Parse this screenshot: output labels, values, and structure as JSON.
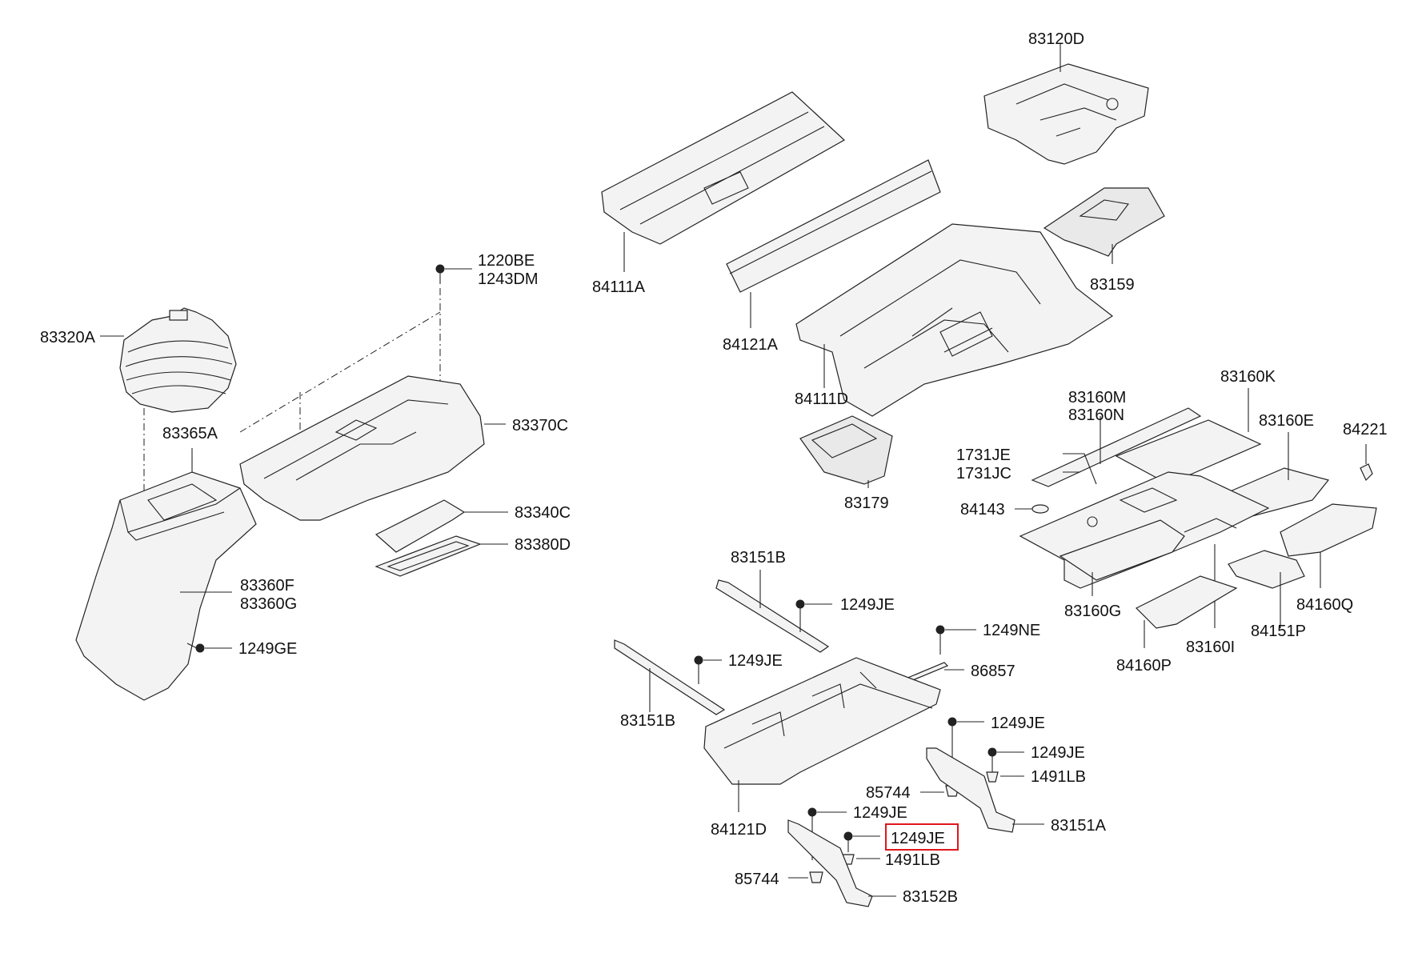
{
  "labels": {
    "l83120D": "83120D",
    "l84111A": "84111A",
    "l84121A": "84121A",
    "l83159": "83159",
    "l84111D": "84111D",
    "l83179": "83179",
    "l1220BE": "1220BE",
    "l1243DM": "1243DM",
    "l83320A": "83320A",
    "l83365A": "83365A",
    "l83370C": "83370C",
    "l83340C": "83340C",
    "l83380D": "83380D",
    "l83360F": "83360F",
    "l83360G": "83360G",
    "l1249GE": "1249GE",
    "l83160K": "83160K",
    "l83160M": "83160M",
    "l83160N": "83160N",
    "l83160E": "83160E",
    "l84221": "84221",
    "l1731JE": "1731JE",
    "l1731JC": "1731JC",
    "l84143": "84143",
    "l83160G": "83160G",
    "l83160I": "83160I",
    "l84151P": "84151P",
    "l84160Q": "84160Q",
    "l84160P": "84160P",
    "l83151B_top": "83151B",
    "l1249JE_a": "1249JE",
    "l1249NE": "1249NE",
    "l1249JE_b": "1249JE",
    "l86857": "86857",
    "l83151B_bot": "83151B",
    "l1249JE_c": "1249JE",
    "l1249JE_d": "1249JE",
    "l1491LB_a": "1491LB",
    "l85744_a": "85744",
    "l83151A": "83151A",
    "l84121D": "84121D",
    "l1249JE_e": "1249JE",
    "l1249JE_f": "1249JE",
    "l1491LB_b": "1491LB",
    "l85744_b": "85744",
    "l83152B": "83152B"
  },
  "highlight": {
    "label": "1249JE",
    "color": "#e0161b"
  }
}
